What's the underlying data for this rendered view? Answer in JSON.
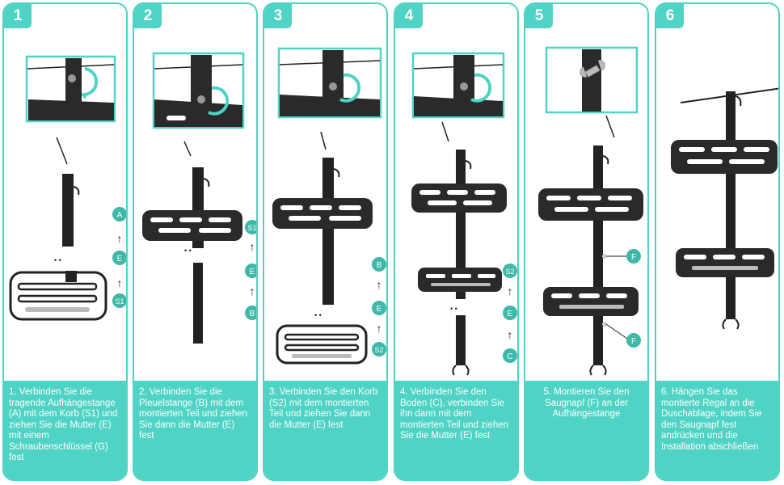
{
  "accent_color": "#4fd3c4",
  "panels": [
    {
      "number": "1",
      "caption": "1. Verbinden Sie die tragende Aufhängestange (A) mit dem Korb (S1) und ziehen Sie die Mutter (E) mit einem Schraubenschlüssel (G) fest",
      "labels": [
        "A",
        "E",
        "S1"
      ]
    },
    {
      "number": "2",
      "caption": "2. Verbinden Sie die Pleuelstange (B) mit dem montierten Teil und ziehen Sie dann die Mutter (E) fest",
      "labels": [
        "S1",
        "E",
        "B"
      ]
    },
    {
      "number": "3",
      "caption": "3. Verbinden Sie den Korb (S2) mit dem montierten Teil und ziehen Sie dann die Mutter (E) fest",
      "labels": [
        "B",
        "E",
        "S2"
      ]
    },
    {
      "number": "4",
      "caption": "4. Verbinden Sie den Boden (C), verbinden Sie ihn dann mit dem montierten Teil und ziehen Sie die Mutter (E) fest",
      "labels": [
        "S2",
        "E",
        "C"
      ]
    },
    {
      "number": "5",
      "caption": "5. Montieren Sie den Saugnapf (F) an der Aufhängestange",
      "labels": [
        "F",
        "F"
      ]
    },
    {
      "number": "6",
      "caption": "6. Hängen Sie das montierte Regal an die Duschablage, indem Sie den Saugnapf fest andrücken und die Installation abschließen",
      "labels": []
    }
  ]
}
